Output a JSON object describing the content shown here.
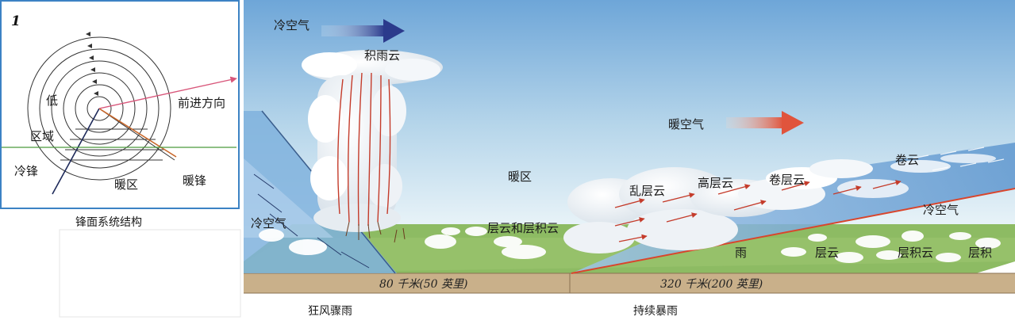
{
  "inset": {
    "number": "1",
    "caption": "锋面系统结构",
    "labels": {
      "low": "低",
      "region": "区域",
      "cold_front": "冷锋",
      "warm_sector": "暖区",
      "warm_front": "暖锋",
      "direction": "前进方向"
    }
  },
  "main": {
    "cold_air_top": "冷空气",
    "cumulonimbus": "积雨云",
    "warm_air": "暖空气",
    "warm_sector": "暖区",
    "cold_air_left": "冷空气",
    "stratus_stratocumulus": "层云和层积云",
    "nimbostratus": "乱层云",
    "altostratus": "高层云",
    "cirrostratus": "卷层云",
    "cirrus": "卷云",
    "cold_air_right": "冷空气",
    "rain": "雨",
    "stratus": "层云",
    "stratocumulus": "层积云",
    "stratocumulus_cut": "层积",
    "dist_left": "80 千米(50 英里)",
    "dist_right": "320 千米(200 英里)",
    "caption_left": "狂风骤雨",
    "caption_right": "持续暴雨"
  },
  "colors": {
    "sky_top": "#6ea6d8",
    "sky_bottom": "#e8f3f8",
    "ground": "#8dbb63",
    "soil": "#c9b08a",
    "cold_arrow": "#2b3a8c",
    "warm_arrow": "#e0543c",
    "front_line": "#d9452c"
  }
}
